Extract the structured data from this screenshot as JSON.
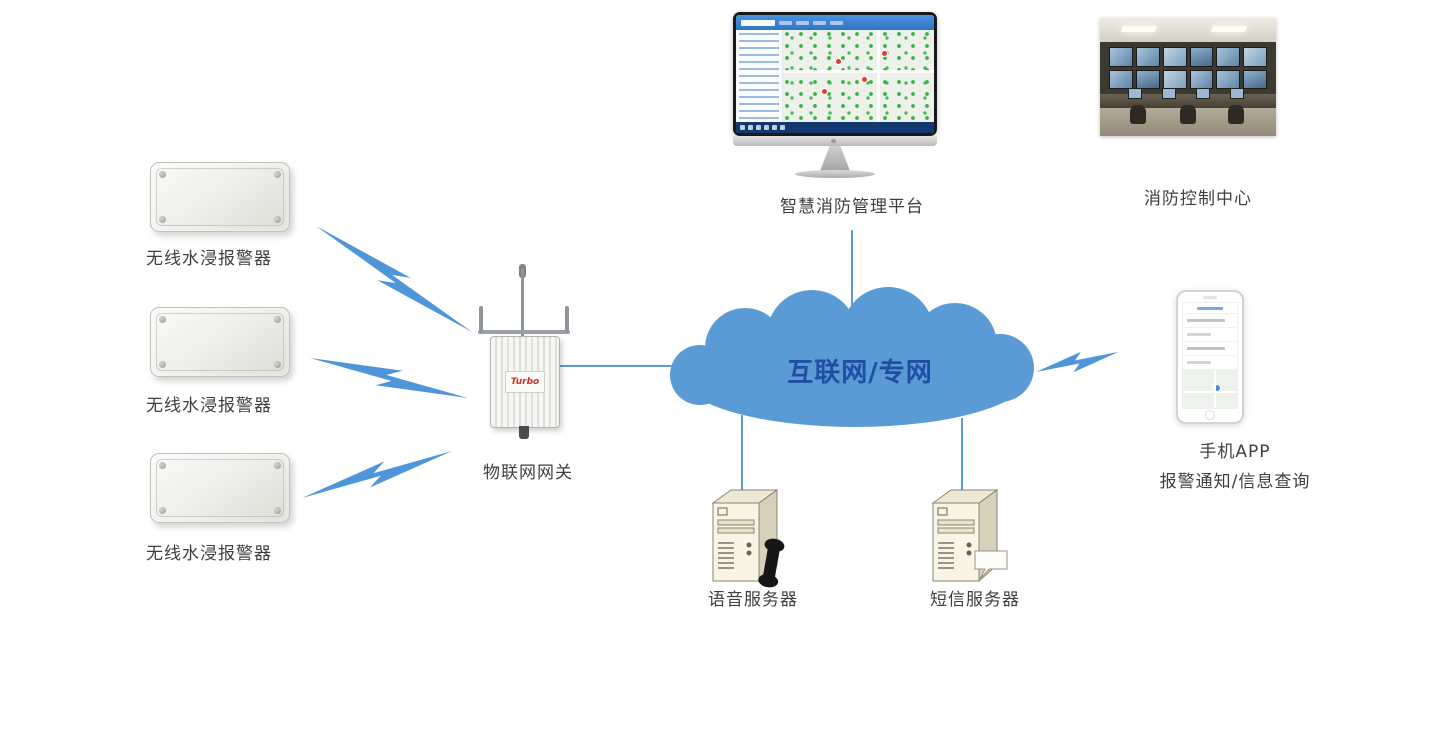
{
  "colors": {
    "link_line": "#5b9bd5",
    "lightning_bolt": "#4f96d9",
    "cloud_fill": "#5b9bd5",
    "cloud_text": "#1f4fa5",
    "label_text": "#3f3f3f"
  },
  "sensors": [
    {
      "label": "无线水浸报警器"
    },
    {
      "label": "无线水浸报警器"
    },
    {
      "label": "无线水浸报警器"
    }
  ],
  "gateway": {
    "label": "物联网网关",
    "brand": "Turbo"
  },
  "cloud": {
    "label": "互联网/专网"
  },
  "platform": {
    "label": "智慧消防管理平台"
  },
  "control_center": {
    "label": "消防控制中心"
  },
  "phone": {
    "label_line1": "手机APP",
    "label_line2": "报警通知/信息查询"
  },
  "servers": [
    {
      "label": "语音服务器"
    },
    {
      "label": "短信服务器"
    }
  ]
}
